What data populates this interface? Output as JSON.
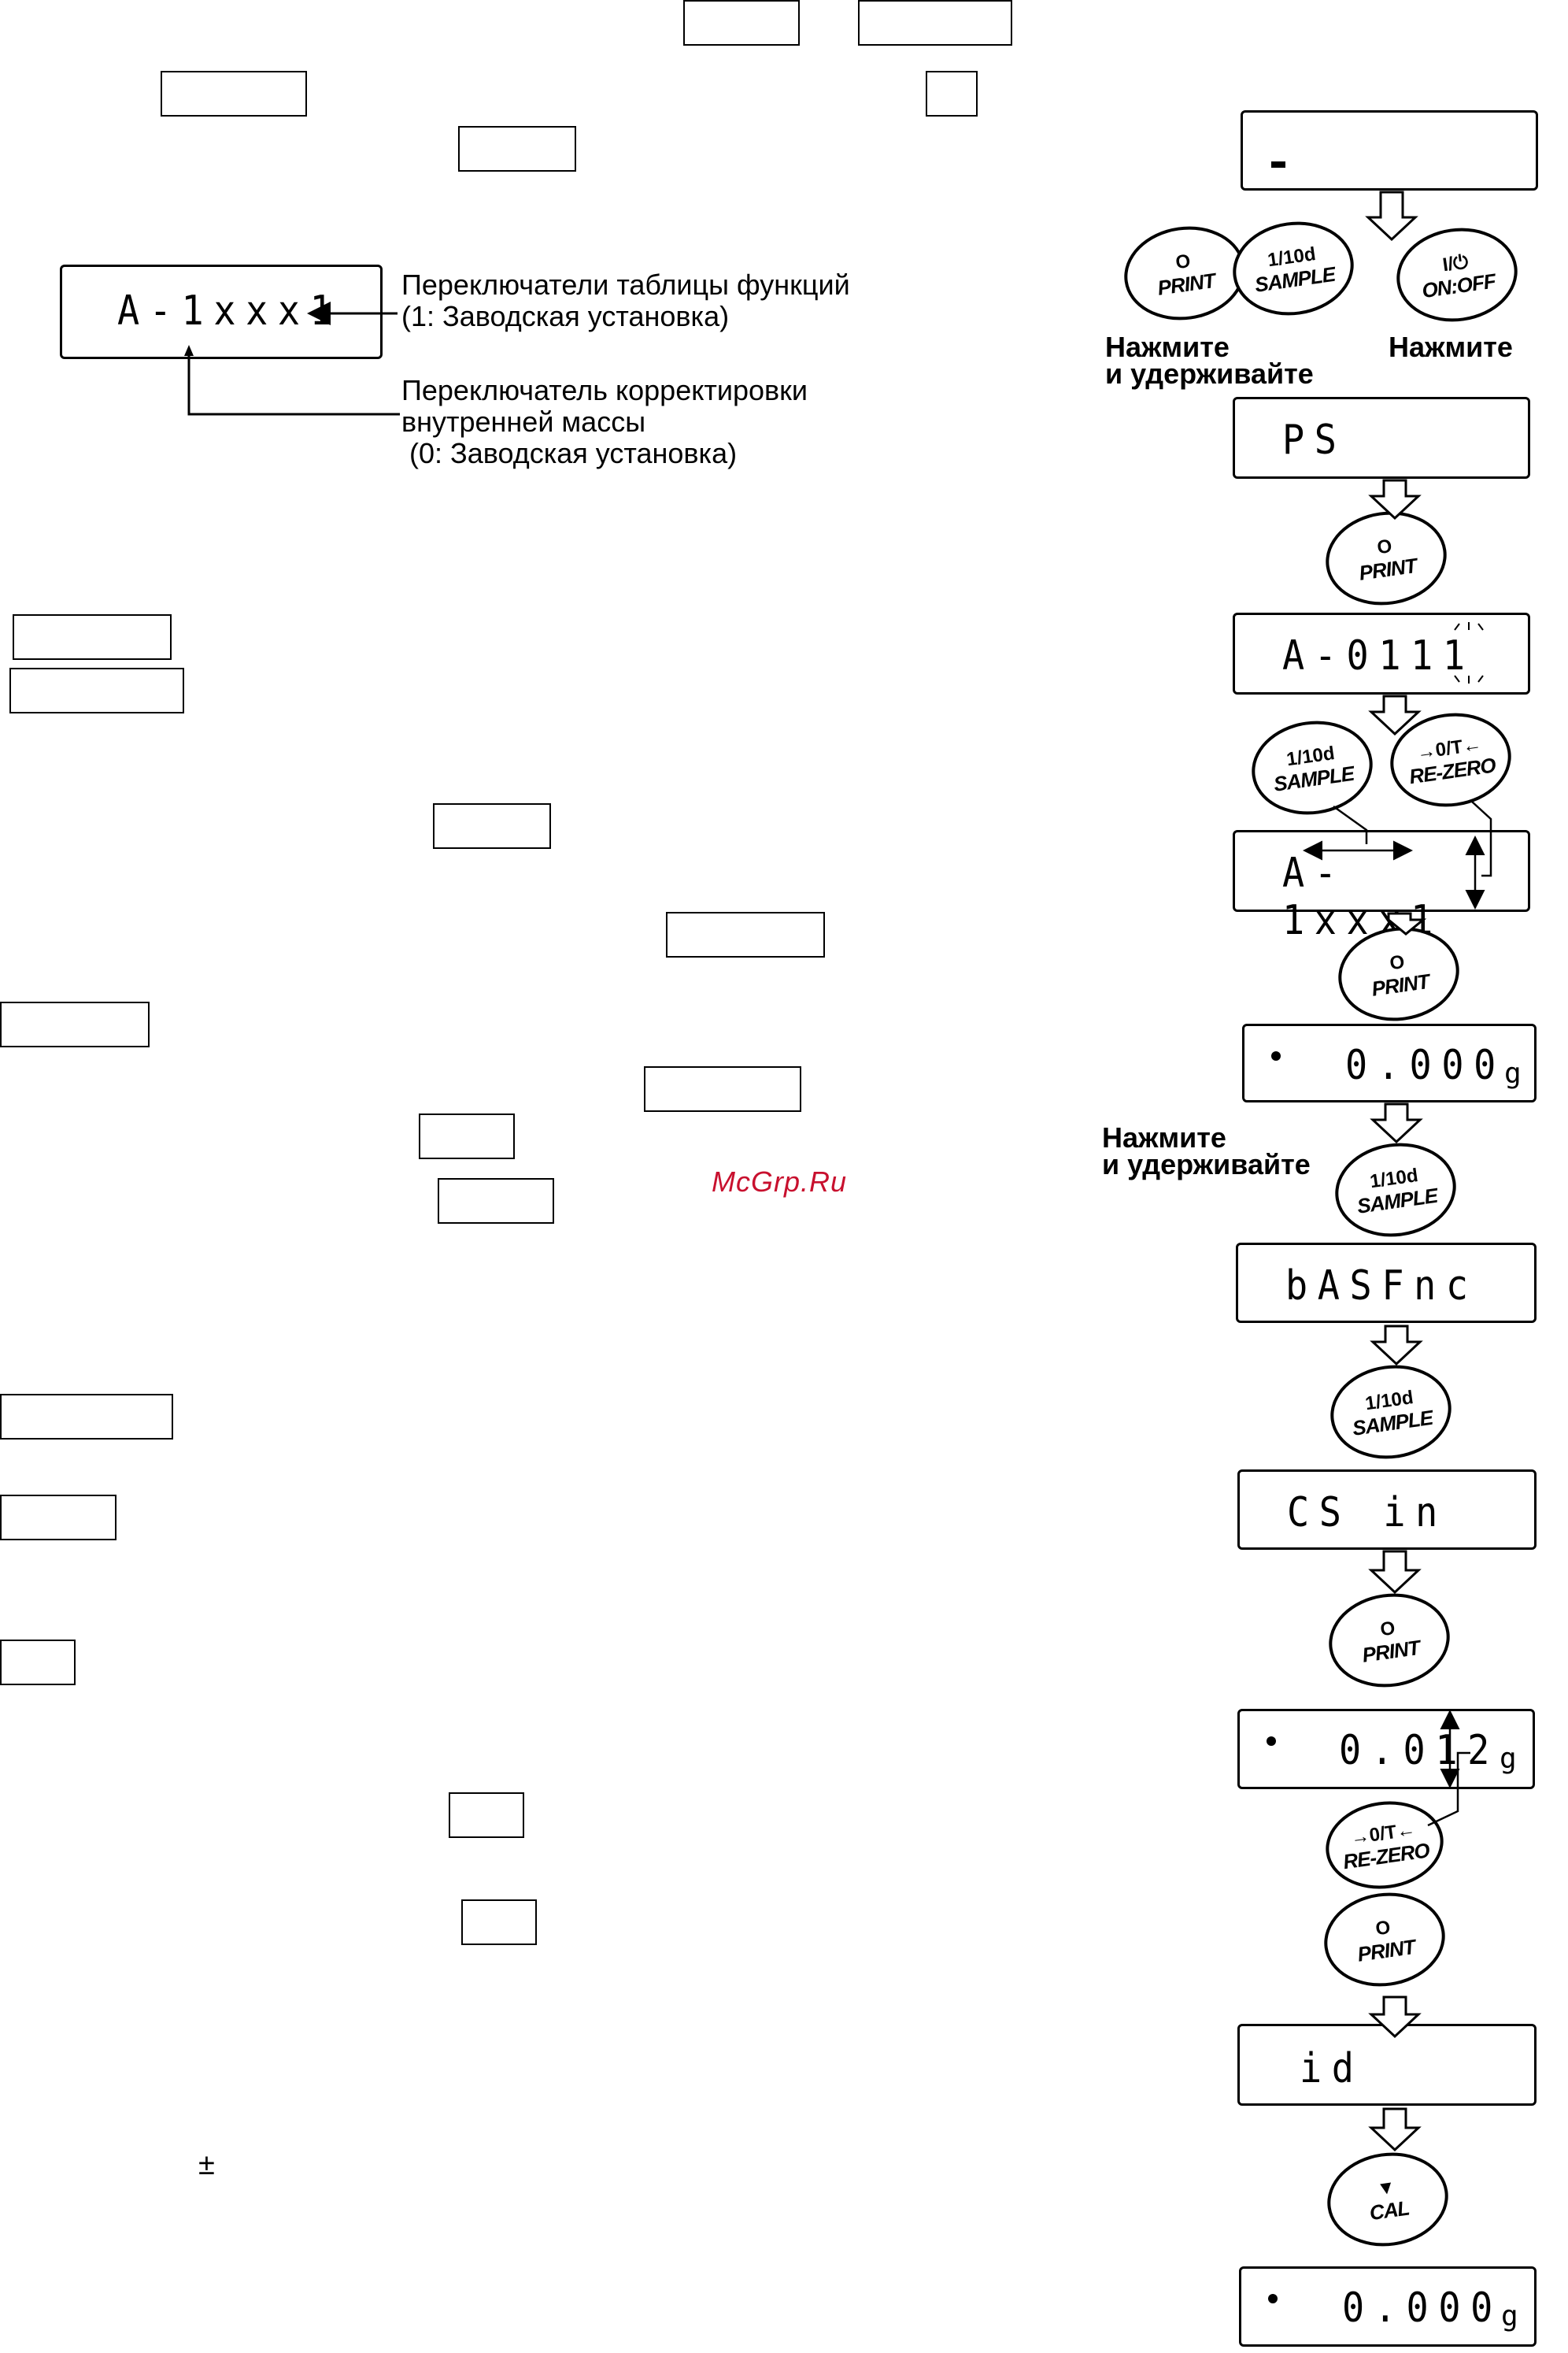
{
  "left_figure": {
    "display_text": "A-1xxx1",
    "function_table_switches": {
      "line1": "Переключатели  таблицы функций",
      "line2": "(1: Заводская установка)"
    },
    "internal_mass_switch": {
      "line1": "Переключатель корректировки",
      "line2": "внутренней массы",
      "line3": "(0: Заводская установка)"
    }
  },
  "watermark": "McGrp.Ru",
  "plus_minus_symbol": "±",
  "flow": {
    "instr_press_hold_1": {
      "line1": "Нажмите",
      "line2": "и удерживайте"
    },
    "instr_press": "Нажмите",
    "instr_press_hold_2": {
      "line1": "Нажмите",
      "line2": "и удерживайте"
    },
    "displays": {
      "d_initial": "",
      "d_ps": "PS",
      "d_a0111": "A-0111",
      "d_a1xxx1": "A-1xxx1",
      "d_zero1": "0.000",
      "d_basfnc": "bASFnc",
      "d_csin": "CS in",
      "d_0012": "0.012",
      "d_id": "id",
      "d_zero2": "0.000"
    },
    "units": {
      "grams": "g"
    },
    "buttons": {
      "print": {
        "top": "O",
        "label": "PRINT"
      },
      "sample": {
        "top": "1/10d",
        "label": "SAMPLE"
      },
      "onoff": {
        "top": "I/⏻",
        "label": "ON:OFF"
      },
      "rezero": {
        "top": "→0/T←",
        "label": "RE-ZERO"
      },
      "cal": {
        "top": "▼",
        "label": "CAL"
      }
    }
  }
}
